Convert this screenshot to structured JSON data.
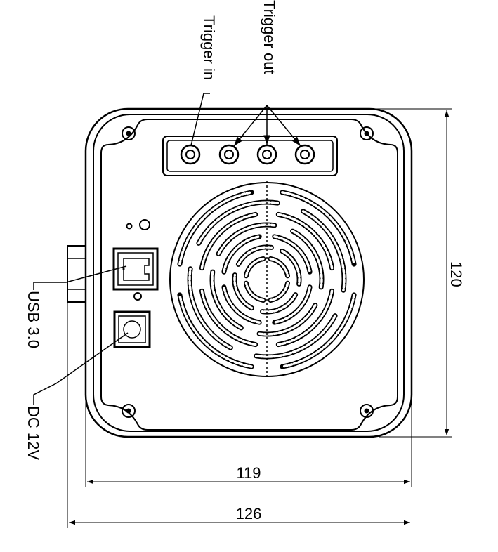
{
  "diagram": {
    "subject": "camera-rear-panel",
    "labels": {
      "trigger_in": "Trigger in",
      "trigger_out": "Trigger out",
      "usb": "USB 3.0",
      "dc": "DC 12V"
    },
    "dimensions": {
      "height": "120",
      "width_body": "119",
      "width_total": "126"
    },
    "colors": {
      "line": "#000000",
      "background": "#ffffff"
    }
  }
}
